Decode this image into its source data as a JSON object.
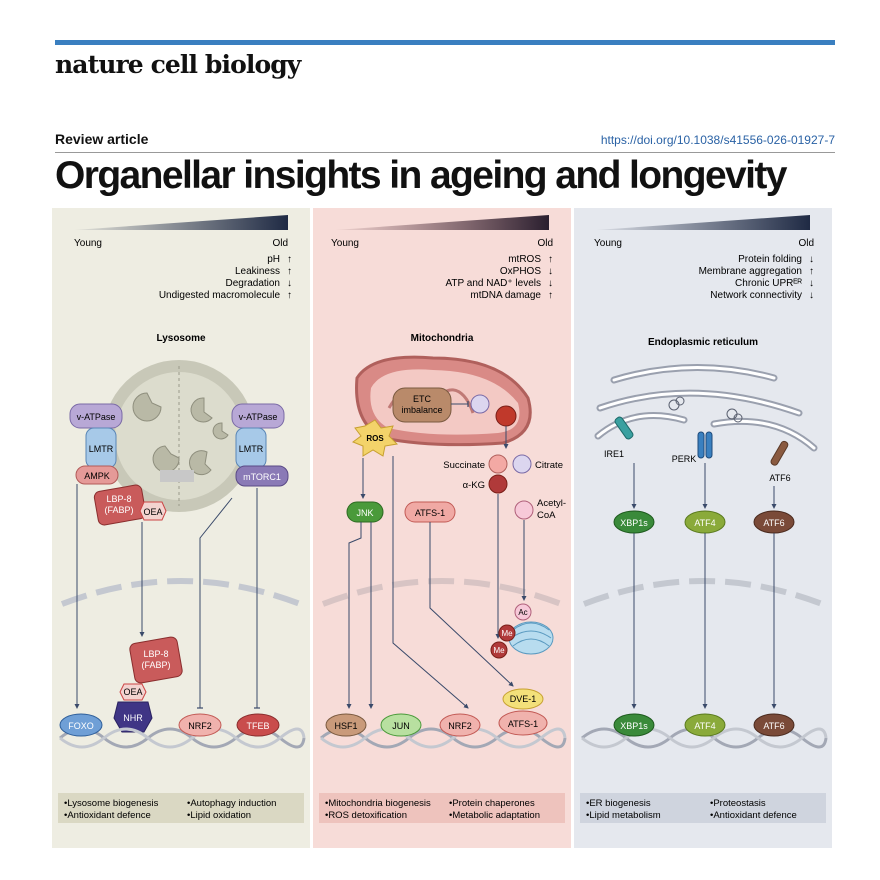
{
  "journal_name": "nature cell biology",
  "article_type": "Review article",
  "doi": "https://doi.org/10.1038/s41556-026-01927-7",
  "title": "Organellar insights in ageing and longevity",
  "colors": {
    "accent_bar": "#3a7fc0",
    "lysosome_panel": "#eeede2",
    "mito_panel": "#f7dcd8",
    "er_panel": "#e5e8ee"
  },
  "panels": {
    "lysosome": {
      "young": "Young",
      "old": "Old",
      "changes": [
        {
          "label": "pH",
          "dir": "↑"
        },
        {
          "label": "Leakiness",
          "dir": "↑"
        },
        {
          "label": "Degradation",
          "dir": "↓"
        },
        {
          "label": "Undigested macromolecule",
          "dir": "↑"
        }
      ],
      "organelle": "Lysosome",
      "proteins": {
        "vatpase_left": "v-ATPase",
        "vatpase_right": "v-ATPase",
        "lmtr_left": "LMTR",
        "lmtr_right": "LMTR",
        "ampk": "AMPK",
        "mtorc1": "mTORC1",
        "lbp8_top_1": "LBP-8",
        "lbp8_top_2": "(FABP)",
        "oea_top": "OEA",
        "lbp8_bottom_1": "LBP-8",
        "lbp8_bottom_2": "(FABP)",
        "oea_bottom": "OEA",
        "nhr": "NHR"
      },
      "tfs": {
        "foxo": "FOXO",
        "nrf2": "NRF2",
        "tfeb": "TFEB"
      },
      "outcomes": [
        "•Lysosome biogenesis",
        "•Antioxidant defence",
        "•Autophagy induction",
        "•Lipid oxidation"
      ]
    },
    "mitochondria": {
      "young": "Young",
      "old": "Old",
      "changes": [
        {
          "label": "mtROS",
          "dir": "↑"
        },
        {
          "label": "OxPHOS",
          "dir": "↓"
        },
        {
          "label": "ATP and NAD⁺ levels",
          "dir": "↓"
        },
        {
          "label": "mtDNA damage",
          "dir": "↑"
        }
      ],
      "organelle": "Mitochondria",
      "proteins": {
        "etc_1": "ETC",
        "etc_2": "imbalance",
        "ros": "ROS",
        "succinate": "Succinate",
        "citrate": "Citrate",
        "akg": "α-KG",
        "acetyl_1": "Acetyl-",
        "acetyl_2": "CoA",
        "jnk": "JNK",
        "atfs1_top": "ATFS-1",
        "ac": "Ac",
        "me1": "Me",
        "me2": "Me",
        "dve1": "DVE-1"
      },
      "tfs": {
        "hsf1": "HSF1",
        "jun": "JUN",
        "nrf2": "NRF2",
        "atfs1": "ATFS-1"
      },
      "outcomes": [
        "•Mitochondria biogenesis",
        "•ROS detoxification",
        "•Protein chaperones",
        "•Metabolic adaptation"
      ]
    },
    "er": {
      "young": "Young",
      "old": "Old",
      "changes": [
        {
          "label": "Protein folding",
          "dir": "↓"
        },
        {
          "label": "Membrane aggregation",
          "dir": "↑"
        },
        {
          "label": "Chronic UPRᴱᴿ",
          "dir": "↓"
        },
        {
          "label": "Network connectivity",
          "dir": "↓"
        }
      ],
      "organelle": "Endoplasmic reticulum",
      "proteins": {
        "ire1": "IRE1",
        "perk": "PERK",
        "atf6": "ATF6",
        "xbp1s_top": "XBP1s",
        "atf4_top": "ATF4",
        "atf6_top": "ATF6"
      },
      "tfs": {
        "xbp1s": "XBP1s",
        "atf4": "ATF4",
        "atf6": "ATF6"
      },
      "outcomes": [
        "•ER biogenesis",
        "•Lipid metabolism",
        "•Proteostasis",
        "•Antioxidant defence"
      ]
    }
  }
}
